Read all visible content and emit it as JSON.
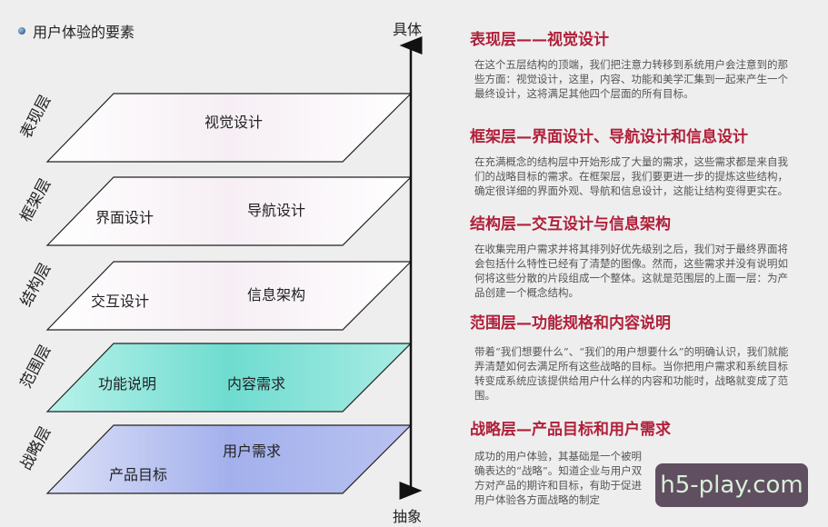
{
  "title": "用户体验的要素",
  "axis": {
    "top": "具体",
    "bottom": "抽象"
  },
  "layers": [
    {
      "side": "表现层",
      "items": [
        "视觉设计"
      ],
      "color": "#ffffff"
    },
    {
      "side": "框架层",
      "items": [
        "界面设计",
        "导航设计"
      ],
      "color": "#ffffff"
    },
    {
      "side": "结构层",
      "items": [
        "交互设计",
        "信息架构"
      ],
      "color": "#ffffff"
    },
    {
      "side": "范围层",
      "items": [
        "功能说明",
        "内容需求"
      ],
      "color": "#7fe3d8"
    },
    {
      "side": "战略层",
      "items": [
        "产品目标",
        "用户需求"
      ],
      "color": "#a9b6ee"
    }
  ],
  "sections": [
    {
      "heading": "表现层——视觉设计",
      "text": "在这个五层结构的顶端，我们把注意力转移到系统用户会注意到的那些方面：视觉设计，这里，内容、功能和美学汇集到一起来产生一个最终设计，这将满足其他四个层面的所有目标。"
    },
    {
      "heading": "框架层—界面设计、导航设计和信息设计",
      "text": "在充满概念的结构层中开始形成了大量的需求，这些需求都是来自我们的战略目标的需求。在框架层，我们要更进一步的提炼这些结构，确定很详细的界面外观、导航和信息设计，这能让结构变得更实在。"
    },
    {
      "heading": "结构层—交互设计与信息架构",
      "text": "在收集完用户需求并将其排列好优先级别之后，我们对于最终界面将会包括什么特性已经有了清楚的图像。然而，这些需求并没有说明如何将这些分散的片段组成一个整体。这就是范围层的上面一层：为产品创建一个概念结构。"
    },
    {
      "heading": "范围层—功能规格和内容说明",
      "text": "带着“我们想要什么”、“我们的用户想要什么”的明确认识，我们就能弄清楚如何去满足所有这些战略的目标。当你把用户需求和系统目标转变成系统应该提供给用户什么样的内容和功能时，战略就变成了范围。"
    },
    {
      "heading": "战略层—产品目标和用户需求",
      "text": "成功的用户体验，其基础是一个被明确表达的“战略”。知道企业与用户双方对产品的期许和目标，有助于促进用户体验各方面战略的制定"
    }
  ],
  "watermark": "h5-play.com"
}
